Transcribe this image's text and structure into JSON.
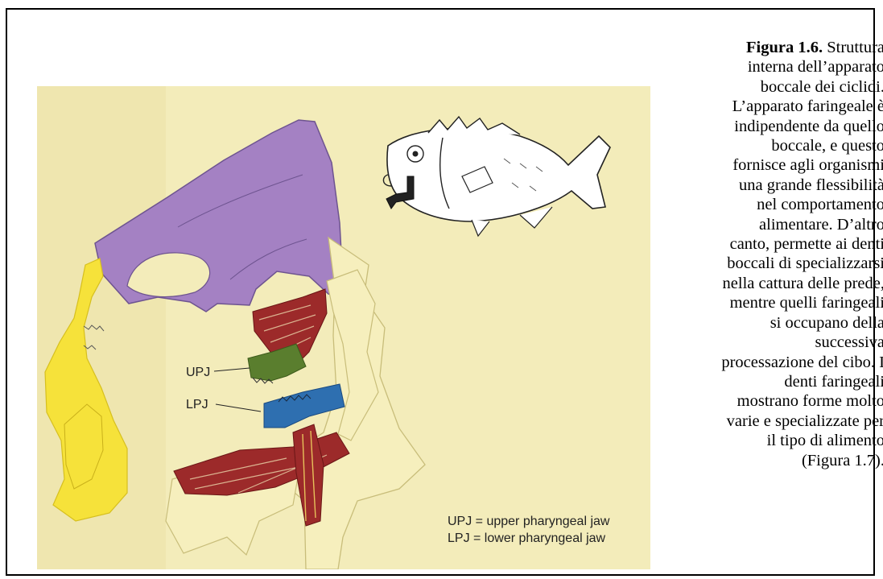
{
  "caption": {
    "label": "Figura 1.6.",
    "lines": [
      " Struttura",
      "interna dell’apparato",
      "boccale dei ciclidi.",
      "L’apparato faringeale è",
      "indipendente da quello",
      "boccale, e questo",
      "fornisce agli organismi",
      "una grande flessibilità",
      "nel comportamento",
      "alimentare. D’altro",
      "canto, permette ai denti",
      "boccali di specializzarsi",
      "nella cattura delle prede,",
      "mentre quelli faringeali",
      "si occupano della",
      "successiva",
      "processazione del cibo. I",
      "denti faringeali",
      "mostrano forme molto",
      "varie e specializzate per",
      "il tipo di alimento",
      "(Figura 1.7)."
    ]
  },
  "figure": {
    "labels": {
      "upj": "UPJ",
      "lpj": "LPJ"
    },
    "key": {
      "upj": "UPJ = upper pharyngeal jaw",
      "lpj": "LPJ = lower pharyngeal jaw"
    },
    "colors": {
      "background": "#f3ecba",
      "neurocranium": "#a481c3",
      "premaxilla": "#f6e23a",
      "bone": "#f6efbd",
      "muscle": "#9c2a2a",
      "upper_jaw": "#5a7e2e",
      "lower_jaw": "#2e6fb0"
    }
  }
}
